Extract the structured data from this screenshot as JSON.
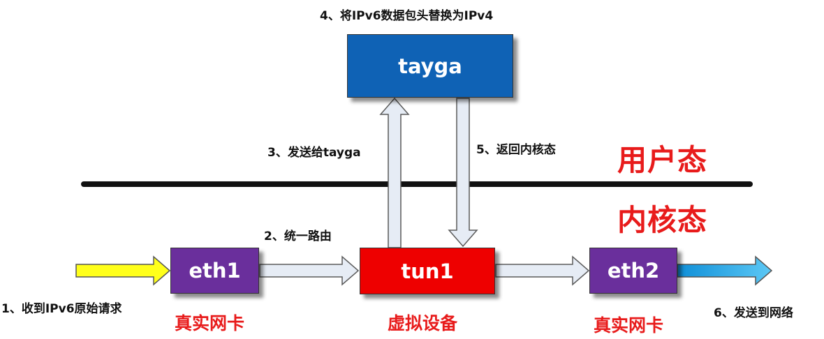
{
  "nodes": {
    "tayga": {
      "label": "tayga",
      "color": "#0f62b5"
    },
    "eth1": {
      "label": "eth1",
      "color": "#6a2f9c"
    },
    "tun1": {
      "label": "tun1",
      "color": "#ee0000"
    },
    "eth2": {
      "label": "eth2",
      "color": "#6a2f9c"
    }
  },
  "steps": {
    "s1": "1、收到IPv6原始请求",
    "s2": "2、统一路由",
    "s3": "3、发送给tayga",
    "s4": "4、将IPv6数据包头替换为IPv4",
    "s5": "5、返回内核态",
    "s6": "6、发送到网络"
  },
  "zones": {
    "user_space": "用户态",
    "kernel_space": "内核态"
  },
  "node_captions": {
    "eth1": "真实网卡",
    "tun1": "虚拟设备",
    "eth2": "真实网卡"
  },
  "colors": {
    "divider": "#111111",
    "arrow_fill": "#e6ecf5",
    "arrow_stroke": "#5a5a5a",
    "input_arrow": "#ffff1a",
    "output_arrow": "#1aa3e8"
  }
}
